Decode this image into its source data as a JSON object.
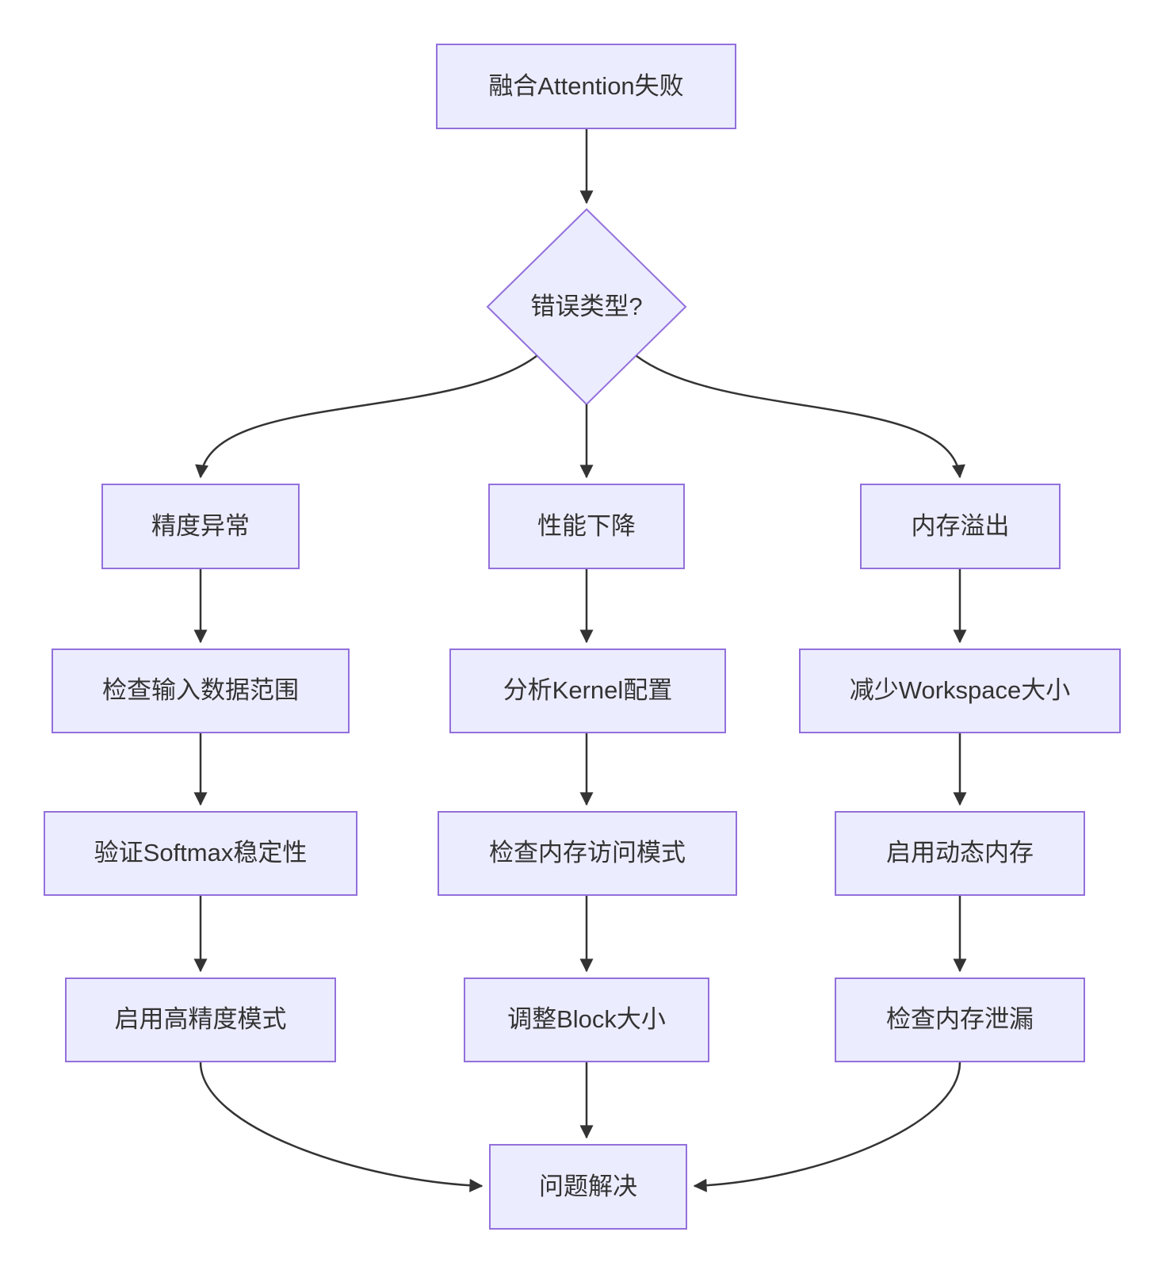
{
  "colors": {
    "background": "#ffffff",
    "node_fill": "#ECECFF",
    "node_border": "#9370DB",
    "edge_color": "#333333",
    "text_color": "#333333"
  },
  "nodes": {
    "start": {
      "label": "融合Attention失败"
    },
    "decision": {
      "label": "错误类型?"
    },
    "precision_branch": {
      "label": "精度异常"
    },
    "performance_branch": {
      "label": "性能下降"
    },
    "memory_branch": {
      "label": "内存溢出"
    },
    "check_input_range": {
      "label": "检查输入数据范围"
    },
    "analyze_kernel_config": {
      "label": "分析Kernel配置"
    },
    "reduce_workspace": {
      "label": "减少Workspace大小"
    },
    "verify_softmax": {
      "label": "验证Softmax稳定性"
    },
    "check_memory_access": {
      "label": "检查内存访问模式"
    },
    "enable_dynamic_memory": {
      "label": "启用动态内存"
    },
    "enable_high_precision": {
      "label": "启用高精度模式"
    },
    "adjust_block_size": {
      "label": "调整Block大小"
    },
    "check_memory_leak": {
      "label": "检查内存泄漏"
    },
    "solved": {
      "label": "问题解决"
    }
  }
}
